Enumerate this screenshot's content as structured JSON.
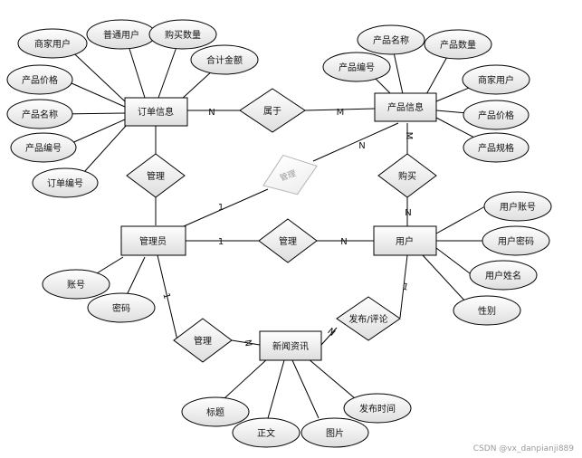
{
  "entities": {
    "order": "订单信息",
    "product": "产品信息",
    "admin": "管理员",
    "user": "用户",
    "news": "新闻资讯"
  },
  "relationships": {
    "order_product": "属于",
    "order_admin": "管理",
    "admin_product": "管理",
    "admin_user": "管理",
    "user_product": "购买",
    "admin_news": "管理",
    "user_news": "发布/评论"
  },
  "attributes": {
    "order": [
      "商家用户",
      "普通用户",
      "购买数量",
      "合计金额",
      "产品价格",
      "产品名称",
      "产品编号",
      "订单编号"
    ],
    "product": [
      "产品名称",
      "产品数量",
      "产品编号",
      "商家用户",
      "产品价格",
      "产品规格"
    ],
    "admin": [
      "账号",
      "密码"
    ],
    "user": [
      "用户账号",
      "用户密码",
      "用户姓名",
      "性别"
    ],
    "news": [
      "标题",
      "正文",
      "图片",
      "发布时间"
    ]
  },
  "cardinalities": {
    "order_product_n": "N",
    "order_product_m": "M",
    "admin_product_1": "1",
    "admin_product_n": "N",
    "admin_user_1": "1",
    "admin_user_n": "N",
    "user_product_m": "M",
    "user_product_n": "N",
    "admin_news_1": "1",
    "admin_news_n": "N",
    "user_news_1": "1",
    "user_news_n": "N"
  },
  "watermark": "CSDN @vx_danpianji889"
}
